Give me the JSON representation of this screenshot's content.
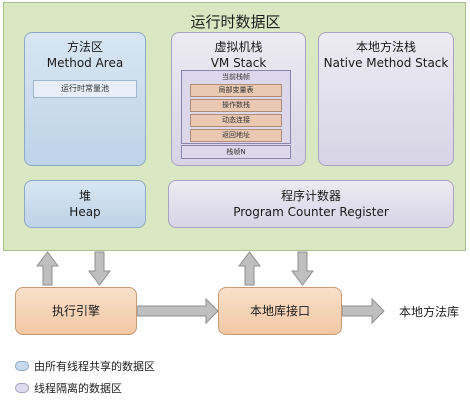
{
  "runtime_area": {
    "title": "运行时数据区"
  },
  "method_area": {
    "title_cn": "方法区",
    "title_en": "Method Area",
    "pool": "运行时常量池"
  },
  "vm_stack": {
    "title_cn": "虚拟机栈",
    "title_en": "VM Stack",
    "current_frame": "当前栈帧",
    "frame_items": [
      "局部变量表",
      "操作数栈",
      "动态连接",
      "返回地址"
    ],
    "frame_n": "栈帧N"
  },
  "native_stack": {
    "title_cn": "本地方法栈",
    "title_en": "Native Method Stack"
  },
  "heap": {
    "title_cn": "堆",
    "title_en": "Heap"
  },
  "pc_register": {
    "title_cn": "程序计数器",
    "title_en": "Program Counter Register"
  },
  "execution_engine": "执行引擎",
  "native_interface": "本地库接口",
  "native_library": "本地方法库",
  "legend": {
    "shared": "由所有线程共享的数据区",
    "isolated": "线程隔离的数据区"
  },
  "colors": {
    "runtime_bg": "#d9e7c3",
    "shared": "#c6daec",
    "isolated": "#dedbec",
    "engine": "#f4cfaf",
    "arrow": "#bfbfbf"
  }
}
